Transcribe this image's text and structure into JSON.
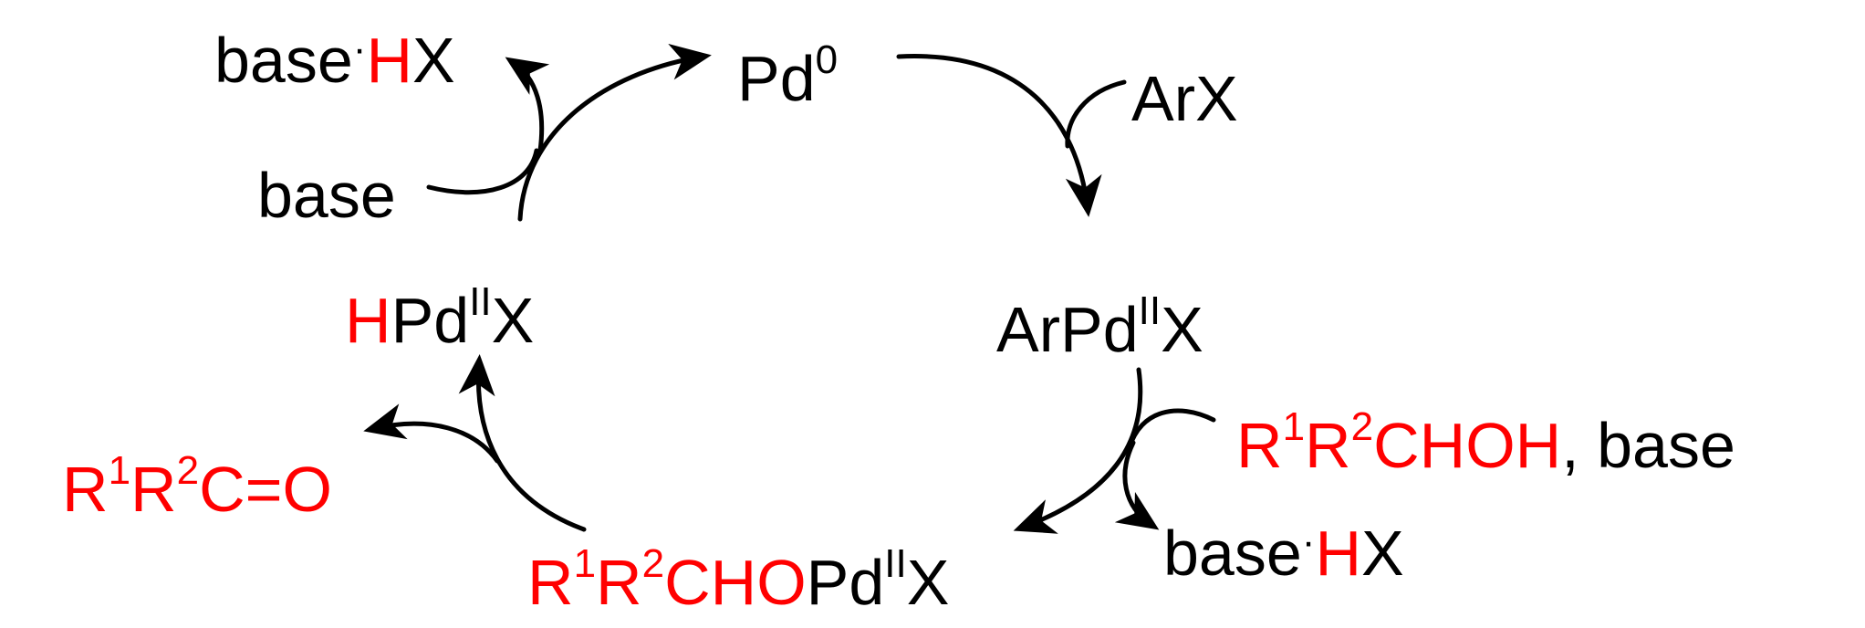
{
  "colors": {
    "black": "#000000",
    "red": "#ff0000",
    "background": "#ffffff"
  },
  "labels": {
    "pd0": {
      "main": "Pd",
      "sup": "0"
    },
    "arx": "ArX",
    "arpdx": {
      "pre": "ArPd",
      "sup": "II",
      "post": "X"
    },
    "alcohol": {
      "r1": "R",
      "sup1": "1",
      "r2": "R",
      "sup2": "2",
      "chem": "CHOH",
      "suffix": ", base"
    },
    "base_hx_right": {
      "base": "base",
      "dot": "·",
      "h": "H",
      "x": "X"
    },
    "alkoxide": {
      "r1": "R",
      "sup1": "1",
      "r2": "R",
      "sup2": "2",
      "cho": "CHO",
      "pd": "Pd",
      "sup3": "II",
      "x": "X"
    },
    "ketone": {
      "r1": "R",
      "sup1": "1",
      "r2": "R",
      "sup2": "2",
      "co": "C=O"
    },
    "hpdx": {
      "h": "H",
      "pd": "Pd",
      "sup": "II",
      "x": "X"
    },
    "base_left": "base",
    "base_hx_left": {
      "base": "base",
      "dot": "·",
      "h": "H",
      "x": "X"
    }
  }
}
